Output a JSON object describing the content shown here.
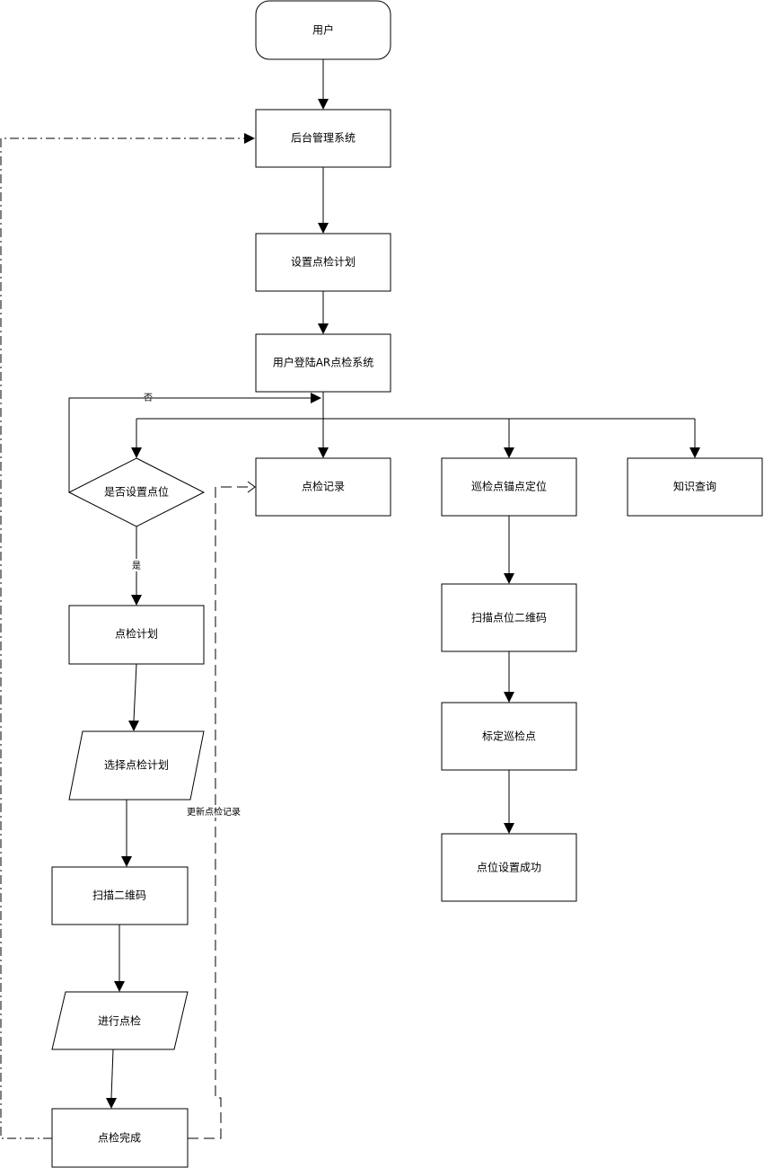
{
  "nodes": {
    "user": "用户",
    "backend": "后台管理系统",
    "set_plan": "设置点检计划",
    "login": "用户登陆AR点检系统",
    "decision": "是否设置点位",
    "record": "点检记录",
    "anchor": "巡检点锚点定位",
    "knowledge": "知识查询",
    "plan": "点检计划",
    "select_plan": "选择点检计划",
    "scan_pos_qr": "扫描点位二维码",
    "mark_point": "标定巡检点",
    "pos_success": "点位设置成功",
    "scan_qr": "扫描二维码",
    "do_check": "进行点检",
    "check_done": "点检完成"
  },
  "edge_labels": {
    "no": "否",
    "yes": "是",
    "update_record": "更新点检记录"
  }
}
